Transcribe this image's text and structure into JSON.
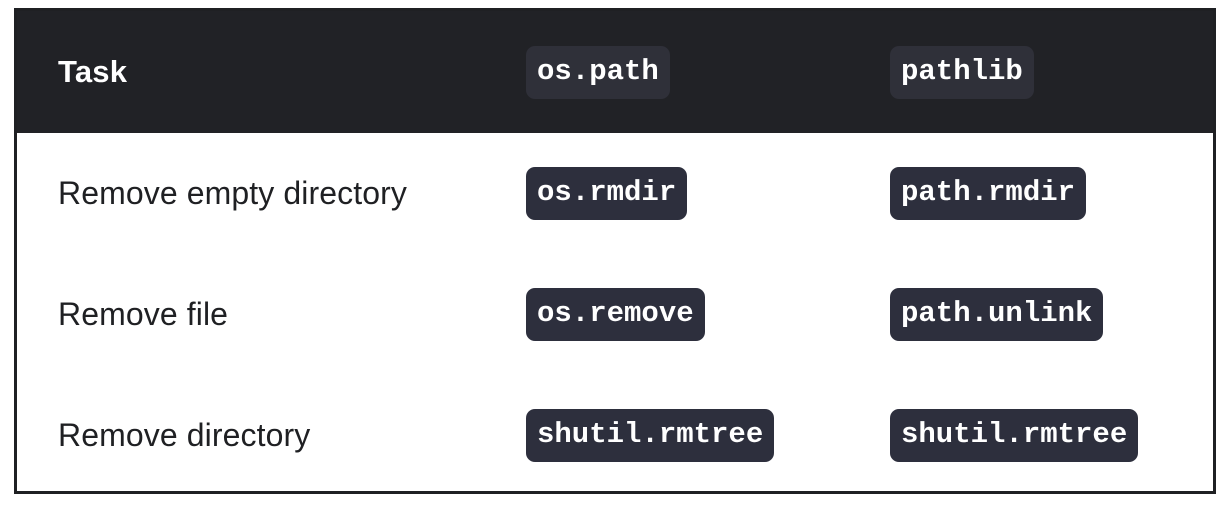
{
  "table": {
    "headers": {
      "task": "Task",
      "os_path": "os.path",
      "pathlib": "pathlib"
    },
    "rows": [
      {
        "task": "Remove empty directory",
        "os_path": "os.rmdir",
        "pathlib": "path.rmdir"
      },
      {
        "task": "Remove file",
        "os_path": "os.remove",
        "pathlib": "path.unlink"
      },
      {
        "task": "Remove directory",
        "os_path": "shutil.rmtree",
        "pathlib": "shutil.rmtree"
      }
    ]
  },
  "colors": {
    "header_background": "#212226",
    "code_pill_background": "#2d2f3d",
    "border": "#1f2023",
    "body_background": "#ffffff"
  }
}
